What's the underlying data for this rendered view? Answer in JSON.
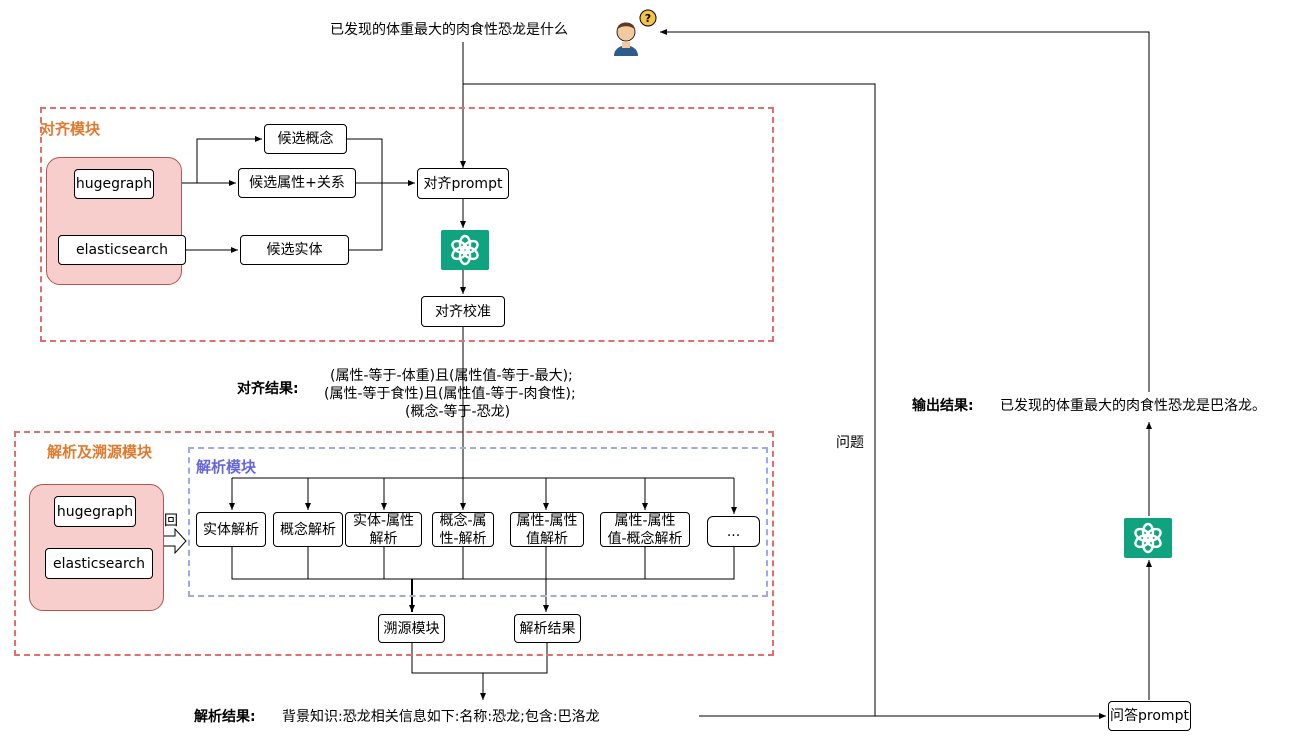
{
  "question": "已发现的体重最大的肉食性恐龙是什么",
  "align_module": {
    "title": "对齐模块",
    "hugegraph": "hugegraph",
    "elasticsearch": "elasticsearch",
    "candidate_concept": "候选概念",
    "candidate_attr_rel": "候选属性+关系",
    "candidate_entity": "候选实体",
    "align_prompt": "对齐prompt",
    "align_check": "对齐校准"
  },
  "align_result": {
    "label": "对齐结果:",
    "lines": [
      "(属性-等于-体重)且(属性值-等于-最大);",
      "(属性-等于食性)且(属性值-等于-肉食性);",
      "(概念-等于-恐龙)"
    ]
  },
  "parse_trace_module": {
    "title": "解析及溯源模块",
    "hugegraph": "hugegraph",
    "elasticsearch": "elasticsearch",
    "return_label": "回",
    "parse_module_title": "解析模块",
    "parsers": [
      [
        "实体解析"
      ],
      [
        "概念解析"
      ],
      [
        "实体-属性",
        "解析"
      ],
      [
        "概念-属",
        "性-解析"
      ],
      [
        "属性-属性",
        "值解析"
      ],
      [
        "属性-属性",
        "值-概念解析"
      ],
      [
        "..."
      ]
    ],
    "trace_module": "溯源模块",
    "parse_result_box": "解析结果"
  },
  "parse_result": {
    "label": "解析结果:",
    "text": "背景知识:恐龙相关信息如下:名称:恐龙;包含:巴洛龙"
  },
  "question_label": "问题",
  "qa_prompt": "问答prompt",
  "output_result": {
    "label": "输出结果:",
    "text": "已发现的体重最大的肉食性恐龙是巴洛龙。"
  },
  "icons": [
    "user-question-icon",
    "openai-logo-icon"
  ],
  "colors": {
    "module_border": "#e07070",
    "parse_module_border": "#a0a8e8",
    "source_box_fill": "#f8cecc",
    "gpt_green": "#10a37f",
    "title_orange": "#e07a2e",
    "title_blue": "#6666dd"
  }
}
